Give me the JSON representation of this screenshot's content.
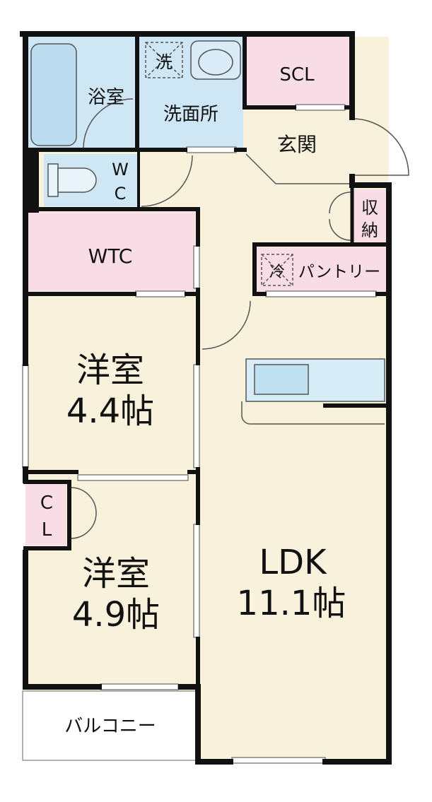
{
  "rooms": {
    "bath": "浴室",
    "washroom": "洗面所",
    "washer_mark": "洗",
    "scl": "SCL",
    "entrance": "玄関",
    "wc_w": "W",
    "wc_c": "C",
    "storage_1": "収",
    "storage_2": "納",
    "wtc": "WTC",
    "fridge_mark": "冷",
    "pantry": "パントリー",
    "western1_name": "洋室",
    "western1_size": "4.4帖",
    "closet_c": "C",
    "closet_l": "L",
    "western2_name": "洋室",
    "western2_size": "4.9帖",
    "ldk_name": "LDK",
    "ldk_size": "11.1帖",
    "balcony": "バルコニー"
  },
  "colors": {
    "wall": "#111111",
    "wet_area": "#cfe6f5",
    "storage": "#f9dde6",
    "living": "#f8f2dc",
    "balcony": "#ffffff"
  }
}
